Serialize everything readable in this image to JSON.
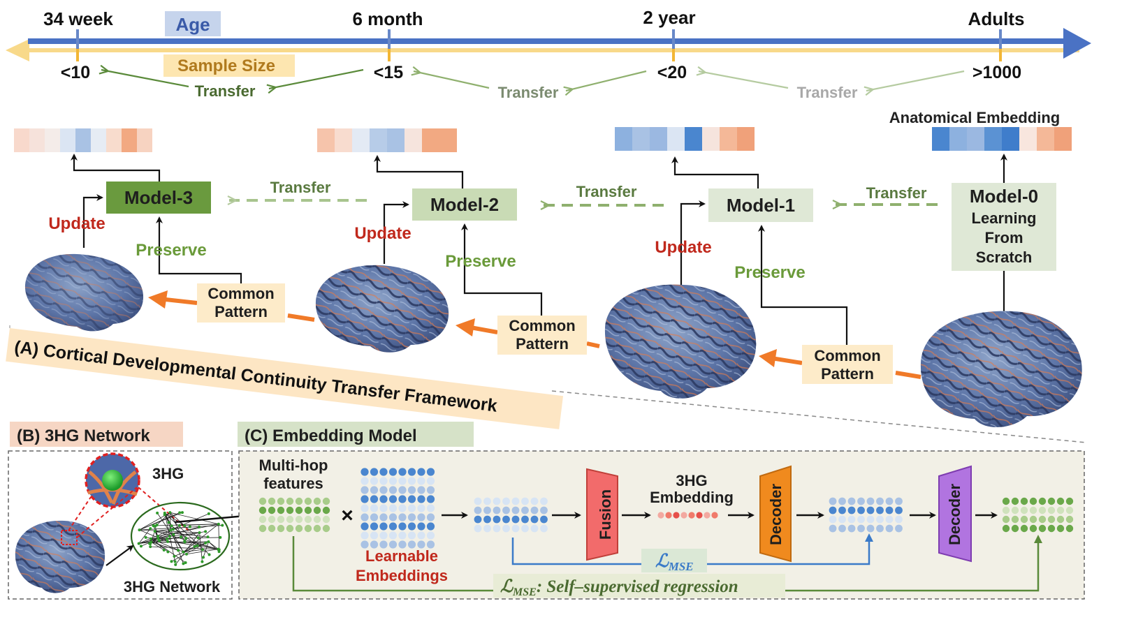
{
  "timeline": {
    "stages": [
      "34 week",
      "6 month",
      "2 year",
      "Adults"
    ],
    "sample_sizes": [
      "<10",
      "<15",
      "<20",
      ">1000"
    ],
    "age_label": "Age",
    "sample_size_label": "Sample Size",
    "transfer_label": "Transfer"
  },
  "framework": {
    "anatomical_embedding_label": "Anatomical Embedding",
    "models": [
      "Model-3",
      "Model-2",
      "Model-1"
    ],
    "model0_lines": [
      "Model-0",
      "Learning",
      "From",
      "Scratch"
    ],
    "update_label": "Update",
    "preserve_label": "Preserve",
    "transfer_label": "Transfer",
    "common_pattern_lines": [
      "Common",
      "Pattern"
    ],
    "title": "(A) Cortical Developmental Continuity Transfer Framework",
    "embedding_strips": [
      [
        "#f8d9cc",
        "#f6e2db",
        "#f4ece9",
        "#dbe5f3",
        "#a9c2e4",
        "#e6ecf4",
        "#f8dccd",
        "#f2a982",
        "#f7d3c1"
      ],
      [
        "#f6c4ab",
        "#f8dccf",
        "#e3eaf4",
        "#b7cce8",
        "#a9c2e4",
        "#f6e4dd",
        "#f2a982",
        "#f2a982"
      ],
      [
        "#8db1df",
        "#a9c2e4",
        "#9bb8e1",
        "#dbe5f3",
        "#4a86cf",
        "#f6e4dd",
        "#f4b898",
        "#f0a17a"
      ],
      [
        "#4a86cf",
        "#8db1df",
        "#9bb8e1",
        "#5b92d3",
        "#3f7dcb",
        "#f8e6de",
        "#f4b898",
        "#f0a17a"
      ]
    ]
  },
  "panel_b": {
    "title": "(B) 3HG Network",
    "node_label": "3HG",
    "network_label": "3HG Network"
  },
  "panel_c": {
    "title": "(C) Embedding Model",
    "multihop_lines": [
      "Multi-hop",
      "features"
    ],
    "times": "×",
    "learnable_lines": [
      "Learnable",
      "Embeddings"
    ],
    "fusion": "Fusion",
    "embedding_lines": [
      "3HG",
      "Embedding"
    ],
    "decoder": "Decoder",
    "loss_symbol": "ℒ",
    "loss_subscript": "MSE",
    "loss_desc": ": Self–supervised regression"
  },
  "colors": {
    "timeline_blue": "#4a72c4",
    "timeline_yellow": "#f8d98a",
    "green_dark": "#5a8a3a",
    "green_mid": "#8fb06e",
    "green_light": "#a8c48e",
    "update_red": "#c0281c",
    "orange_arrow": "#f07a28",
    "pattern_bg": "#fdebc9",
    "fusion": "#f26b6b",
    "decoder1": "#f08a1e",
    "decoder2": "#b174e0",
    "panel_bg": "#f2f0e6"
  }
}
